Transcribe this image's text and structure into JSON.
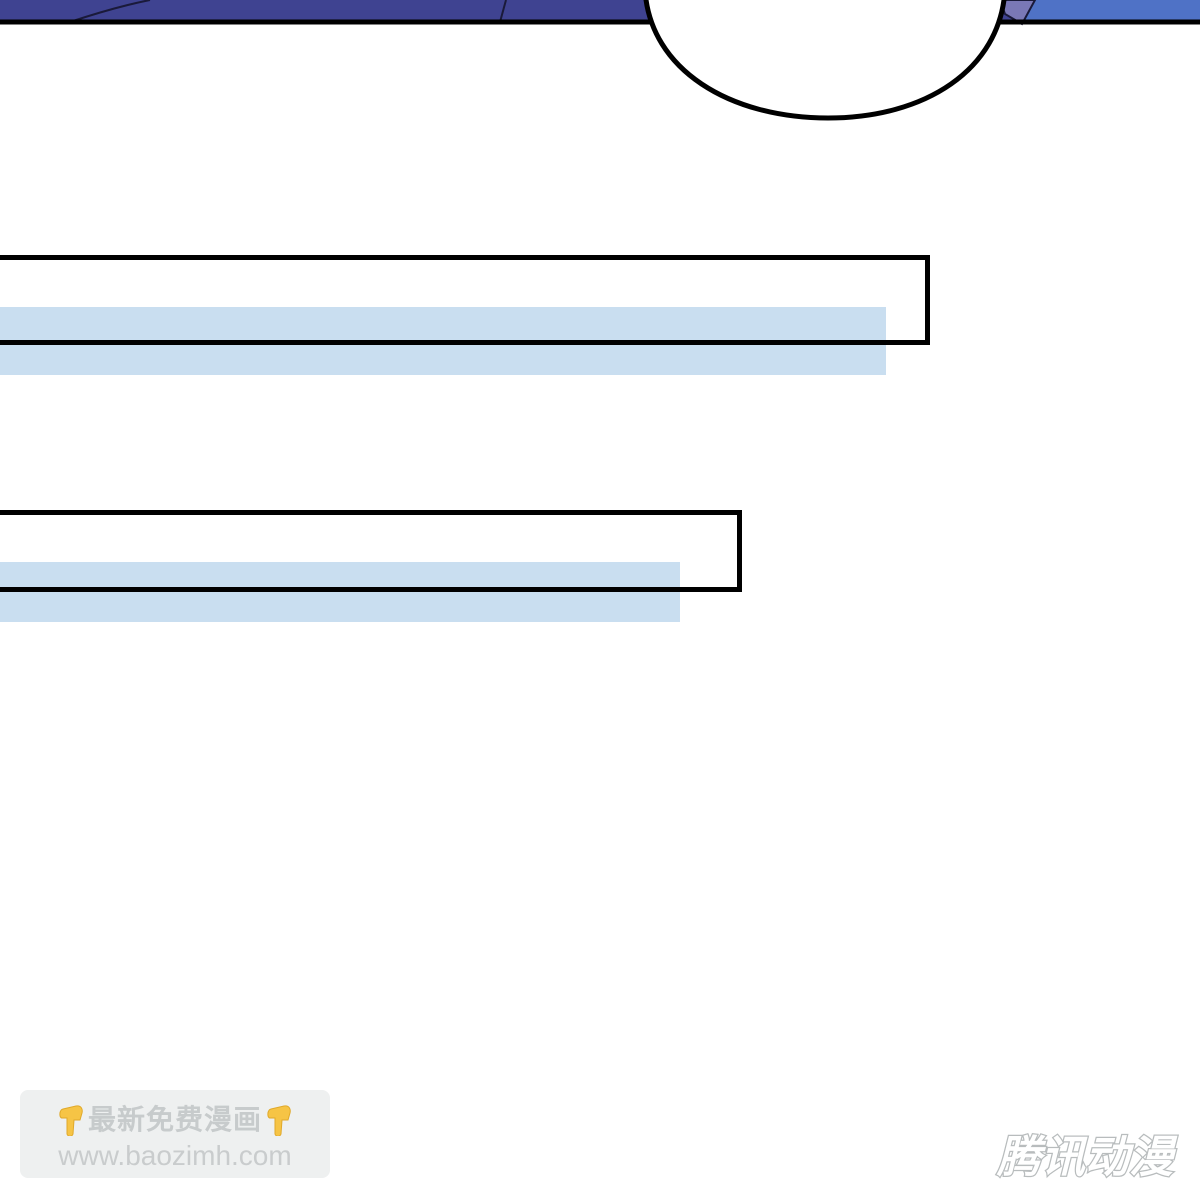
{
  "panel": {
    "sky_color": "#3f4391",
    "sky_right_color": "#4f72c6",
    "bubble_fill": "#ffffff",
    "outline_color": "#000000"
  },
  "captions": {
    "box_border_color": "#000000",
    "highlight_color": "#c9def0",
    "box1_text": "",
    "box2_text": ""
  },
  "watermark": {
    "line1": "最新免费漫画",
    "line2": "www.baozimh.com",
    "left_icon": "pointing-down-hand-icon",
    "right_icon": "pointing-down-hand-icon"
  },
  "brand": {
    "logo_text": "腾讯动漫"
  }
}
